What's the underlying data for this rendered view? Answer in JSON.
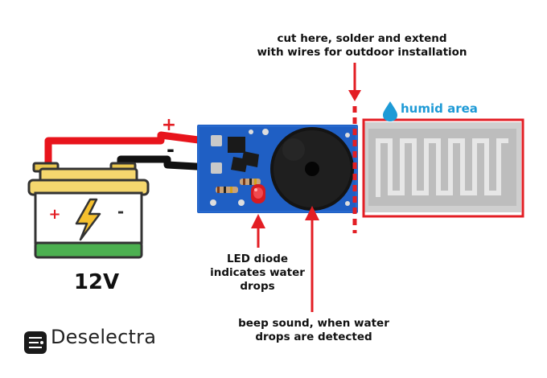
{
  "labels": {
    "cut_line1": "cut here, solder and extend",
    "cut_line2": "with wires for outdoor installation",
    "humid": "humid area",
    "plus": "+",
    "minus": "-",
    "battery_plus": "+",
    "battery_minus": "-",
    "voltage": "12V",
    "led_line1": "LED diode",
    "led_line2": "indicates water",
    "led_line3": "drops",
    "beep_line1": "beep sound, when water",
    "beep_line2": "drops are detected"
  },
  "brand": {
    "name": "Deselectra",
    "logo_icon": "chip-circuit-icon"
  },
  "colors": {
    "wire_positive": "#e8141c",
    "wire_negative": "#111111",
    "accent_red": "#e31e24",
    "pcb_blue": "#1f5fc4",
    "battery_green": "#4cb050",
    "battery_yellow": "#f5d76e",
    "humid_blue": "#1e9ad6"
  }
}
